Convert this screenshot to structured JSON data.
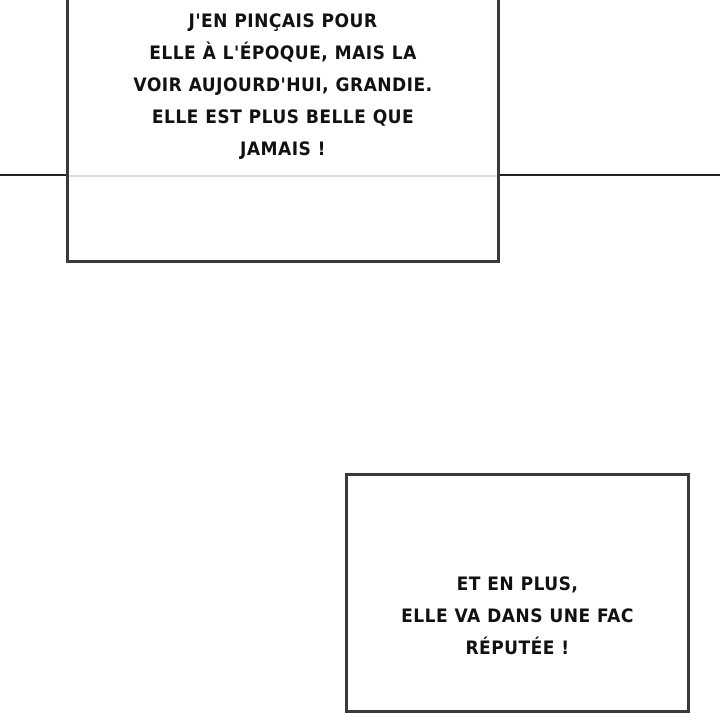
{
  "panel1": {
    "lines": [
      "J'EN PINÇAIS POUR",
      "ELLE À L'ÉPOQUE, MAIS LA",
      "VOIR AUJOURD'HUI, GRANDIE.",
      "ELLE EST PLUS BELLE QUE",
      "JAMAIS !"
    ]
  },
  "panel2": {
    "lines": [
      "ET EN PLUS,",
      "ELLE VA DANS UNE FAC",
      "RÉPUTÉE !"
    ]
  }
}
